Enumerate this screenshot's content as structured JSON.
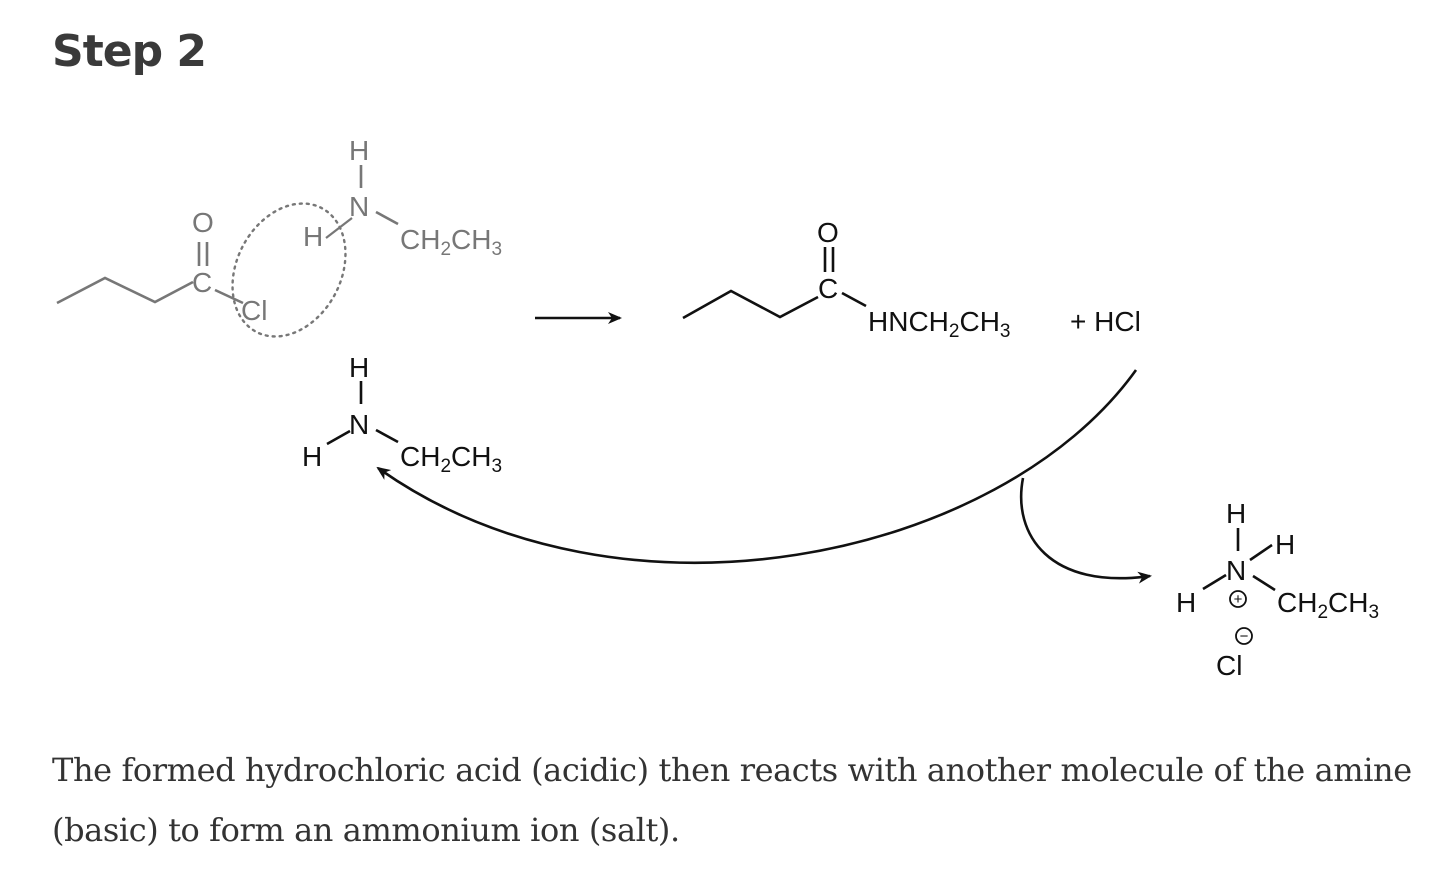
{
  "page": {
    "title": "Step 2",
    "caption": "The formed hydrochloric acid (acidic) then reacts with another molecule of the amine (basic) to form an ammonium ion (salt)."
  },
  "colors": {
    "faded_structure": "#777777",
    "structure": "#111111",
    "title_text": "#3a3a3a",
    "caption_text": "#333333"
  },
  "reactants": {
    "acyl_chloride": {
      "carbonyl_o": "O",
      "carbon": "C",
      "chlorine": "Cl"
    },
    "attacking_amine": {
      "top_h": "H",
      "n": "N",
      "side_h": "H",
      "ethyl": "CH",
      "ethyl_sub": "2",
      "ethyl_tail": "CH",
      "ethyl_tail_sub": "3"
    },
    "second_amine": {
      "top_h": "H",
      "n": "N",
      "side_h": "H",
      "ethyl": "CH",
      "ethyl_sub": "2",
      "ethyl_tail": "CH",
      "ethyl_tail_sub": "3"
    }
  },
  "products": {
    "amide": {
      "carbonyl_o": "O",
      "carbon": "C",
      "nh_group": "HNCH",
      "nh_sub": "2",
      "nh_tail": "CH",
      "nh_tail_sub": "3"
    },
    "byproduct": "+ HCl",
    "ammonium_salt": {
      "top_h": "H",
      "right_h": "H",
      "n": "N",
      "left_h": "H",
      "plus_charge": "+",
      "ethyl": "CH",
      "ethyl_sub": "2",
      "ethyl_tail": "CH",
      "ethyl_tail_sub": "3",
      "minus_charge": "−",
      "chloride": "Cl"
    }
  }
}
